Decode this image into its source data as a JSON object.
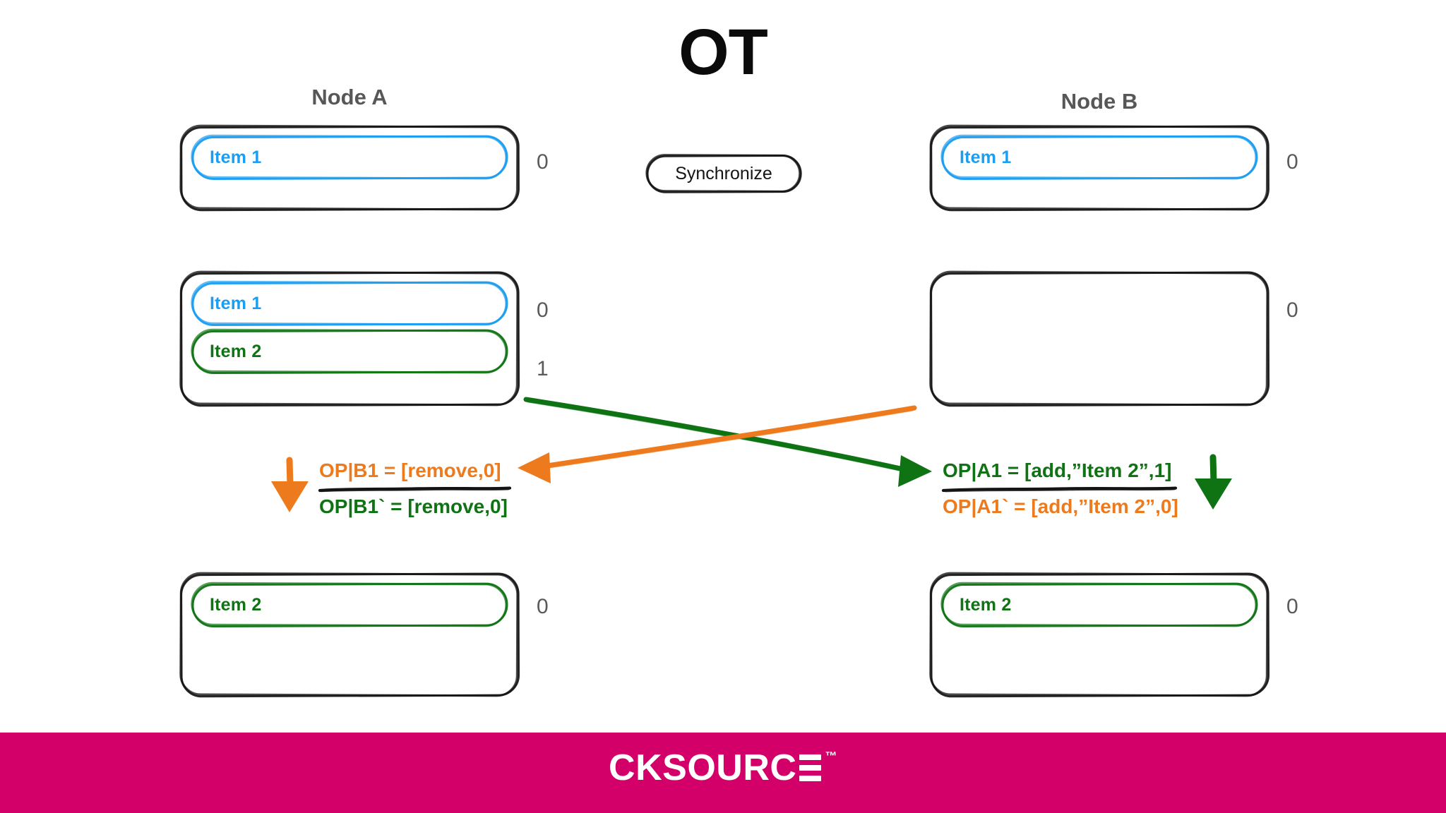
{
  "title": "OT",
  "sync_button": {
    "label": "Synchronize"
  },
  "nodes": {
    "a": {
      "label": "Node A",
      "states": [
        {
          "name": "initial",
          "items": [
            {
              "label": "Item 1",
              "color": "blue",
              "index": "0"
            }
          ]
        },
        {
          "name": "after-local-add",
          "items": [
            {
              "label": "Item 1",
              "color": "blue",
              "index": "0"
            },
            {
              "label": "Item 2",
              "color": "green",
              "index": "1"
            }
          ]
        },
        {
          "name": "final",
          "items": [
            {
              "label": "Item 2",
              "color": "green",
              "index": "0"
            }
          ]
        }
      ]
    },
    "b": {
      "label": "Node B",
      "states": [
        {
          "name": "initial",
          "items": [
            {
              "label": "Item 1",
              "color": "blue",
              "index": "0"
            }
          ]
        },
        {
          "name": "after-local-remove",
          "items": [],
          "empty_index": "0"
        },
        {
          "name": "final",
          "items": [
            {
              "label": "Item 2",
              "color": "green",
              "index": "0"
            }
          ]
        }
      ]
    }
  },
  "operations": {
    "left": {
      "incoming": "OP|B1 = [remove,0]",
      "incoming_color": "orange",
      "transformed": "OP|B1` = [remove,0]",
      "transformed_color": "green",
      "apply_arrow": "down-arrow-orange"
    },
    "right": {
      "incoming": "OP|A1 = [add,”Item 2”,1]",
      "incoming_color": "green",
      "transformed": "OP|A1` = [add,”Item 2”,0]",
      "transformed_color": "orange",
      "apply_arrow": "down-arrow-green"
    }
  },
  "transfer_arrows": [
    {
      "name": "a-to-b",
      "color": "green",
      "direction": "left-to-right"
    },
    {
      "name": "b-to-a",
      "color": "orange",
      "direction": "right-to-left"
    }
  ],
  "footer": {
    "brand_prefix": "CKSOURC",
    "trademark": "™",
    "background": "#d4006a"
  },
  "colors": {
    "blue": "#1b9df0",
    "green": "#0f7314",
    "orange": "#ee7a1e",
    "black": "#141414",
    "gray_text": "#575757",
    "index_gray": "#5a5a5a",
    "brand_pink": "#d4006a"
  }
}
